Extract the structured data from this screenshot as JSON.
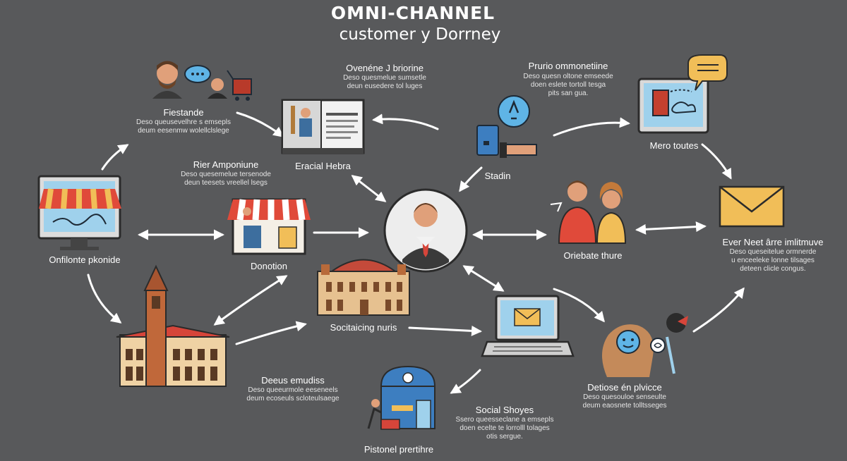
{
  "title": "OMNI-CHANNEL",
  "subtitle": "customer y Dorrney",
  "nodes": {
    "top_left": {
      "label": "Fiestande",
      "desc": "Deso queusevelhre s emsepls\ndeum eesenmw wolellclslege"
    },
    "top_center": {
      "label": "Ovenéne J briorine",
      "desc": "Deso quesmelue sumsetle\ndeun eusedere tol luges"
    },
    "top_right": {
      "label": "Prurio ommonetiine",
      "desc": "Deso quesn oltone emseede\ndoen eslete tortoll tesga\npits san gua."
    },
    "mid_left_text": {
      "label": "Rier Amponiune",
      "desc": "Deso quesemelue tersenode\ndeun teesets vreellel lsegs"
    },
    "social_media": {
      "label": "Eracial Hebra"
    },
    "mobile": {
      "label": "Stadin"
    },
    "computer": {
      "label": "Mero toutes"
    },
    "online": {
      "label": "Onfilonte pkonide"
    },
    "donation": {
      "label": "Donotion"
    },
    "consultants": {
      "label": "Oriebate thure"
    },
    "email": {
      "label": "Ever Neet ârre imlitmuve",
      "desc": "Deso queseitelue ormnerde\nu enceeleke lonne tilsages\ndeteen clicle congus."
    },
    "museum": {
      "label": "Socitaicing nuris"
    },
    "desk": {
      "label": "Deeus emudiss",
      "desc": "Deso queeurmole eeseneels\ndeum ecoseuls scloteulsaege"
    },
    "service": {
      "label": "Detiose én plvicce",
      "desc": "Deso quesouloe senseulte\ndeum eaosnete tolltsseges"
    },
    "social_shop": {
      "label": "Social Shoyes",
      "desc": "Ssero queesseclane a emsepls\ndoen ecelte te lorrolll tolages\notis sergue."
    },
    "bottom": {
      "label": "Pistonel prertihre"
    }
  },
  "colors": {
    "background": "#58595b",
    "arrow": "#ffffff",
    "accent_red": "#d6453a",
    "accent_yellow": "#f1be58",
    "screen_blue": "#9fd1ec"
  }
}
